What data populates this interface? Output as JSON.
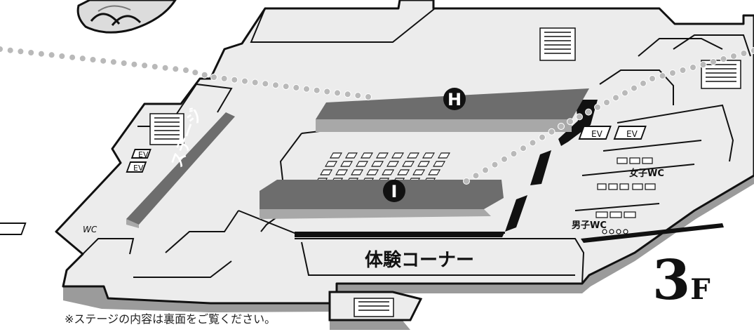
{
  "floor": {
    "number": "3",
    "suffix": "F"
  },
  "labels": {
    "stage": "ステージ",
    "experience_corner": "体験コーナー",
    "womens_wc": "女子WC",
    "mens_wc": "男子WC",
    "wc": "WC",
    "ev": "EV"
  },
  "markers": [
    {
      "id": "H",
      "label": "H"
    },
    {
      "id": "I",
      "label": "I"
    }
  ],
  "footnote": "※ステージの内容は裏面をご覧ください。",
  "colors": {
    "background": "#ffffff",
    "floor_fill": "#e8e8e8",
    "wall": "#111111",
    "booth_top": "#6d6d6d",
    "booth_side": "#a8a8a8",
    "slab_side": "#9b9b9b",
    "route_dot": "#b9b9b9",
    "marker": "#111111"
  }
}
